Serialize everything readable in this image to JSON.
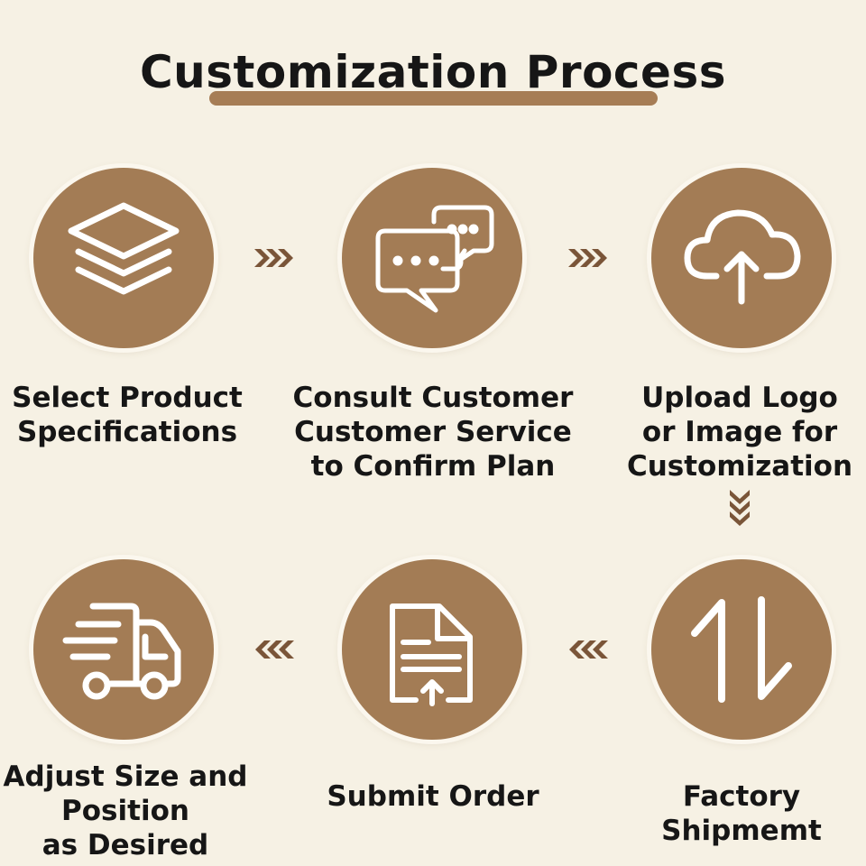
{
  "title": "Customization Process",
  "colors": {
    "accent": "#a37c55",
    "background": "#f6f1e4",
    "text": "#161616",
    "arrow": "#7a5538"
  },
  "steps": [
    {
      "label": "Select Product\nSpecifications",
      "icon": "layers-icon"
    },
    {
      "label": "Consult Customer\nCustomer Service\nto Confirm Plan",
      "icon": "chat-bubbles-icon"
    },
    {
      "label": "Upload Logo\nor Image for\nCustomization",
      "icon": "cloud-upload-icon"
    },
    {
      "label": "Factory\nShipmemt",
      "icon": "up-down-arrows-icon"
    },
    {
      "label": "Submit Order",
      "icon": "document-upload-icon"
    },
    {
      "label": "Adjust Size and\nPosition\nas Desired",
      "icon": "delivery-truck-icon"
    }
  ]
}
